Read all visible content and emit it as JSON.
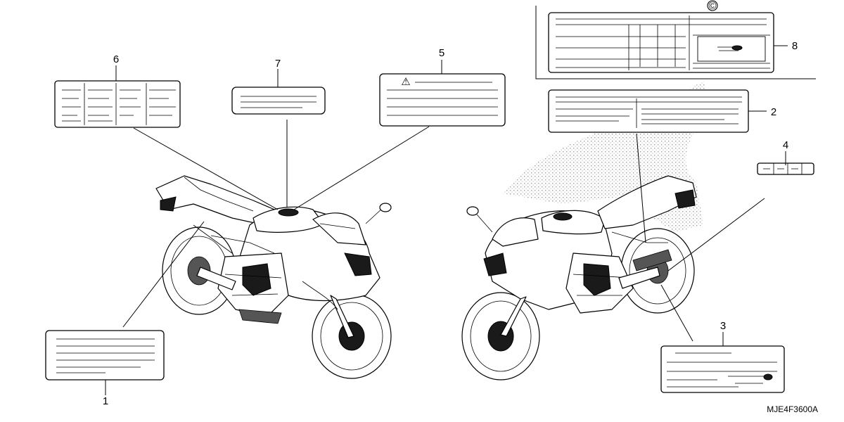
{
  "diagram_code": "MJE4F3600A",
  "copyright_symbol": "©",
  "callouts": [
    {
      "number": "1"
    },
    {
      "number": "2"
    },
    {
      "number": "3"
    },
    {
      "number": "4"
    },
    {
      "number": "5"
    },
    {
      "number": "6"
    },
    {
      "number": "7"
    },
    {
      "number": "8"
    }
  ],
  "warning_symbol": "⚠",
  "colors": {
    "line": "#000000",
    "background": "#ffffff",
    "stipple": "#9a9a9a"
  }
}
